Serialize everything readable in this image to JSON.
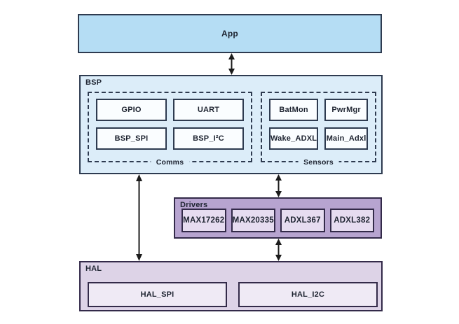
{
  "diagram": {
    "app": {
      "label": "App"
    },
    "bsp": {
      "label": "BSP",
      "comms": {
        "label": "Comms",
        "items": [
          "GPIO",
          "UART",
          "BSP_SPI",
          "BSP_I²C"
        ]
      },
      "sensors": {
        "label": "Sensors",
        "items": [
          "BatMon",
          "PwrMgr",
          "Wake_ADXL",
          "Main_Adxl"
        ]
      }
    },
    "drivers": {
      "label": "Drivers",
      "items": [
        "MAX17262",
        "MAX20335",
        "ADXL367",
        "ADXL382"
      ]
    },
    "hal": {
      "label": "HAL",
      "items": [
        "HAL_SPI",
        "HAL_I2C"
      ]
    },
    "colors": {
      "app_fill": "#b5ddf4",
      "bsp_fill": "#dcedf9",
      "bsp_inner_fill": "#fafdff",
      "blue_border": "#2e3b50",
      "drivers_fill": "#b7a4d0",
      "drivers_inner_fill": "#e6dcf0",
      "hal_fill": "#ddd3e7",
      "hal_inner_fill": "#efeaf5",
      "purple_border": "#332a49",
      "arrow_color": "#1c1c1c"
    }
  }
}
